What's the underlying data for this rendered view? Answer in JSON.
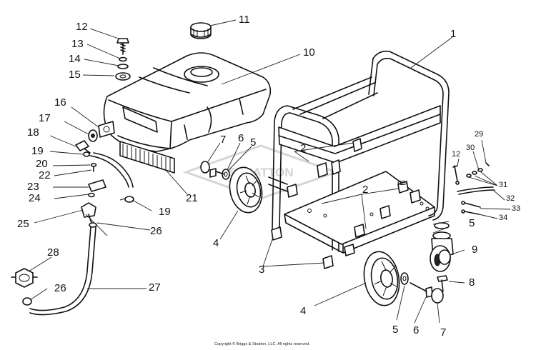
{
  "callouts": {
    "c1": "1",
    "c2a": "2",
    "c2b": "2",
    "c3": "3",
    "c4a": "4",
    "c4b": "4",
    "c5a": "5",
    "c5b": "5",
    "c5c": "5",
    "c6a": "6",
    "c6b": "6",
    "c7a": "7",
    "c7b": "7",
    "c8": "8",
    "c9": "9",
    "c10": "10",
    "c11": "11",
    "c12a": "12",
    "c12b": "12",
    "c13": "13",
    "c14": "14",
    "c15": "15",
    "c16": "16",
    "c17": "17",
    "c18": "18",
    "c19a": "19",
    "c19b": "19",
    "c20": "20",
    "c21": "21",
    "c22": "22",
    "c23": "23",
    "c24": "24",
    "c25": "25",
    "c26a": "26",
    "c26b": "26",
    "c27": "27",
    "c28": "28",
    "c29": "29",
    "c30": "30",
    "c31": "31",
    "c32": "32",
    "c33": "33",
    "c34": "34"
  },
  "watermark": "STRATTON",
  "copyright": "Copyright © Briggs & Stratton, LLC. All rights reserved."
}
